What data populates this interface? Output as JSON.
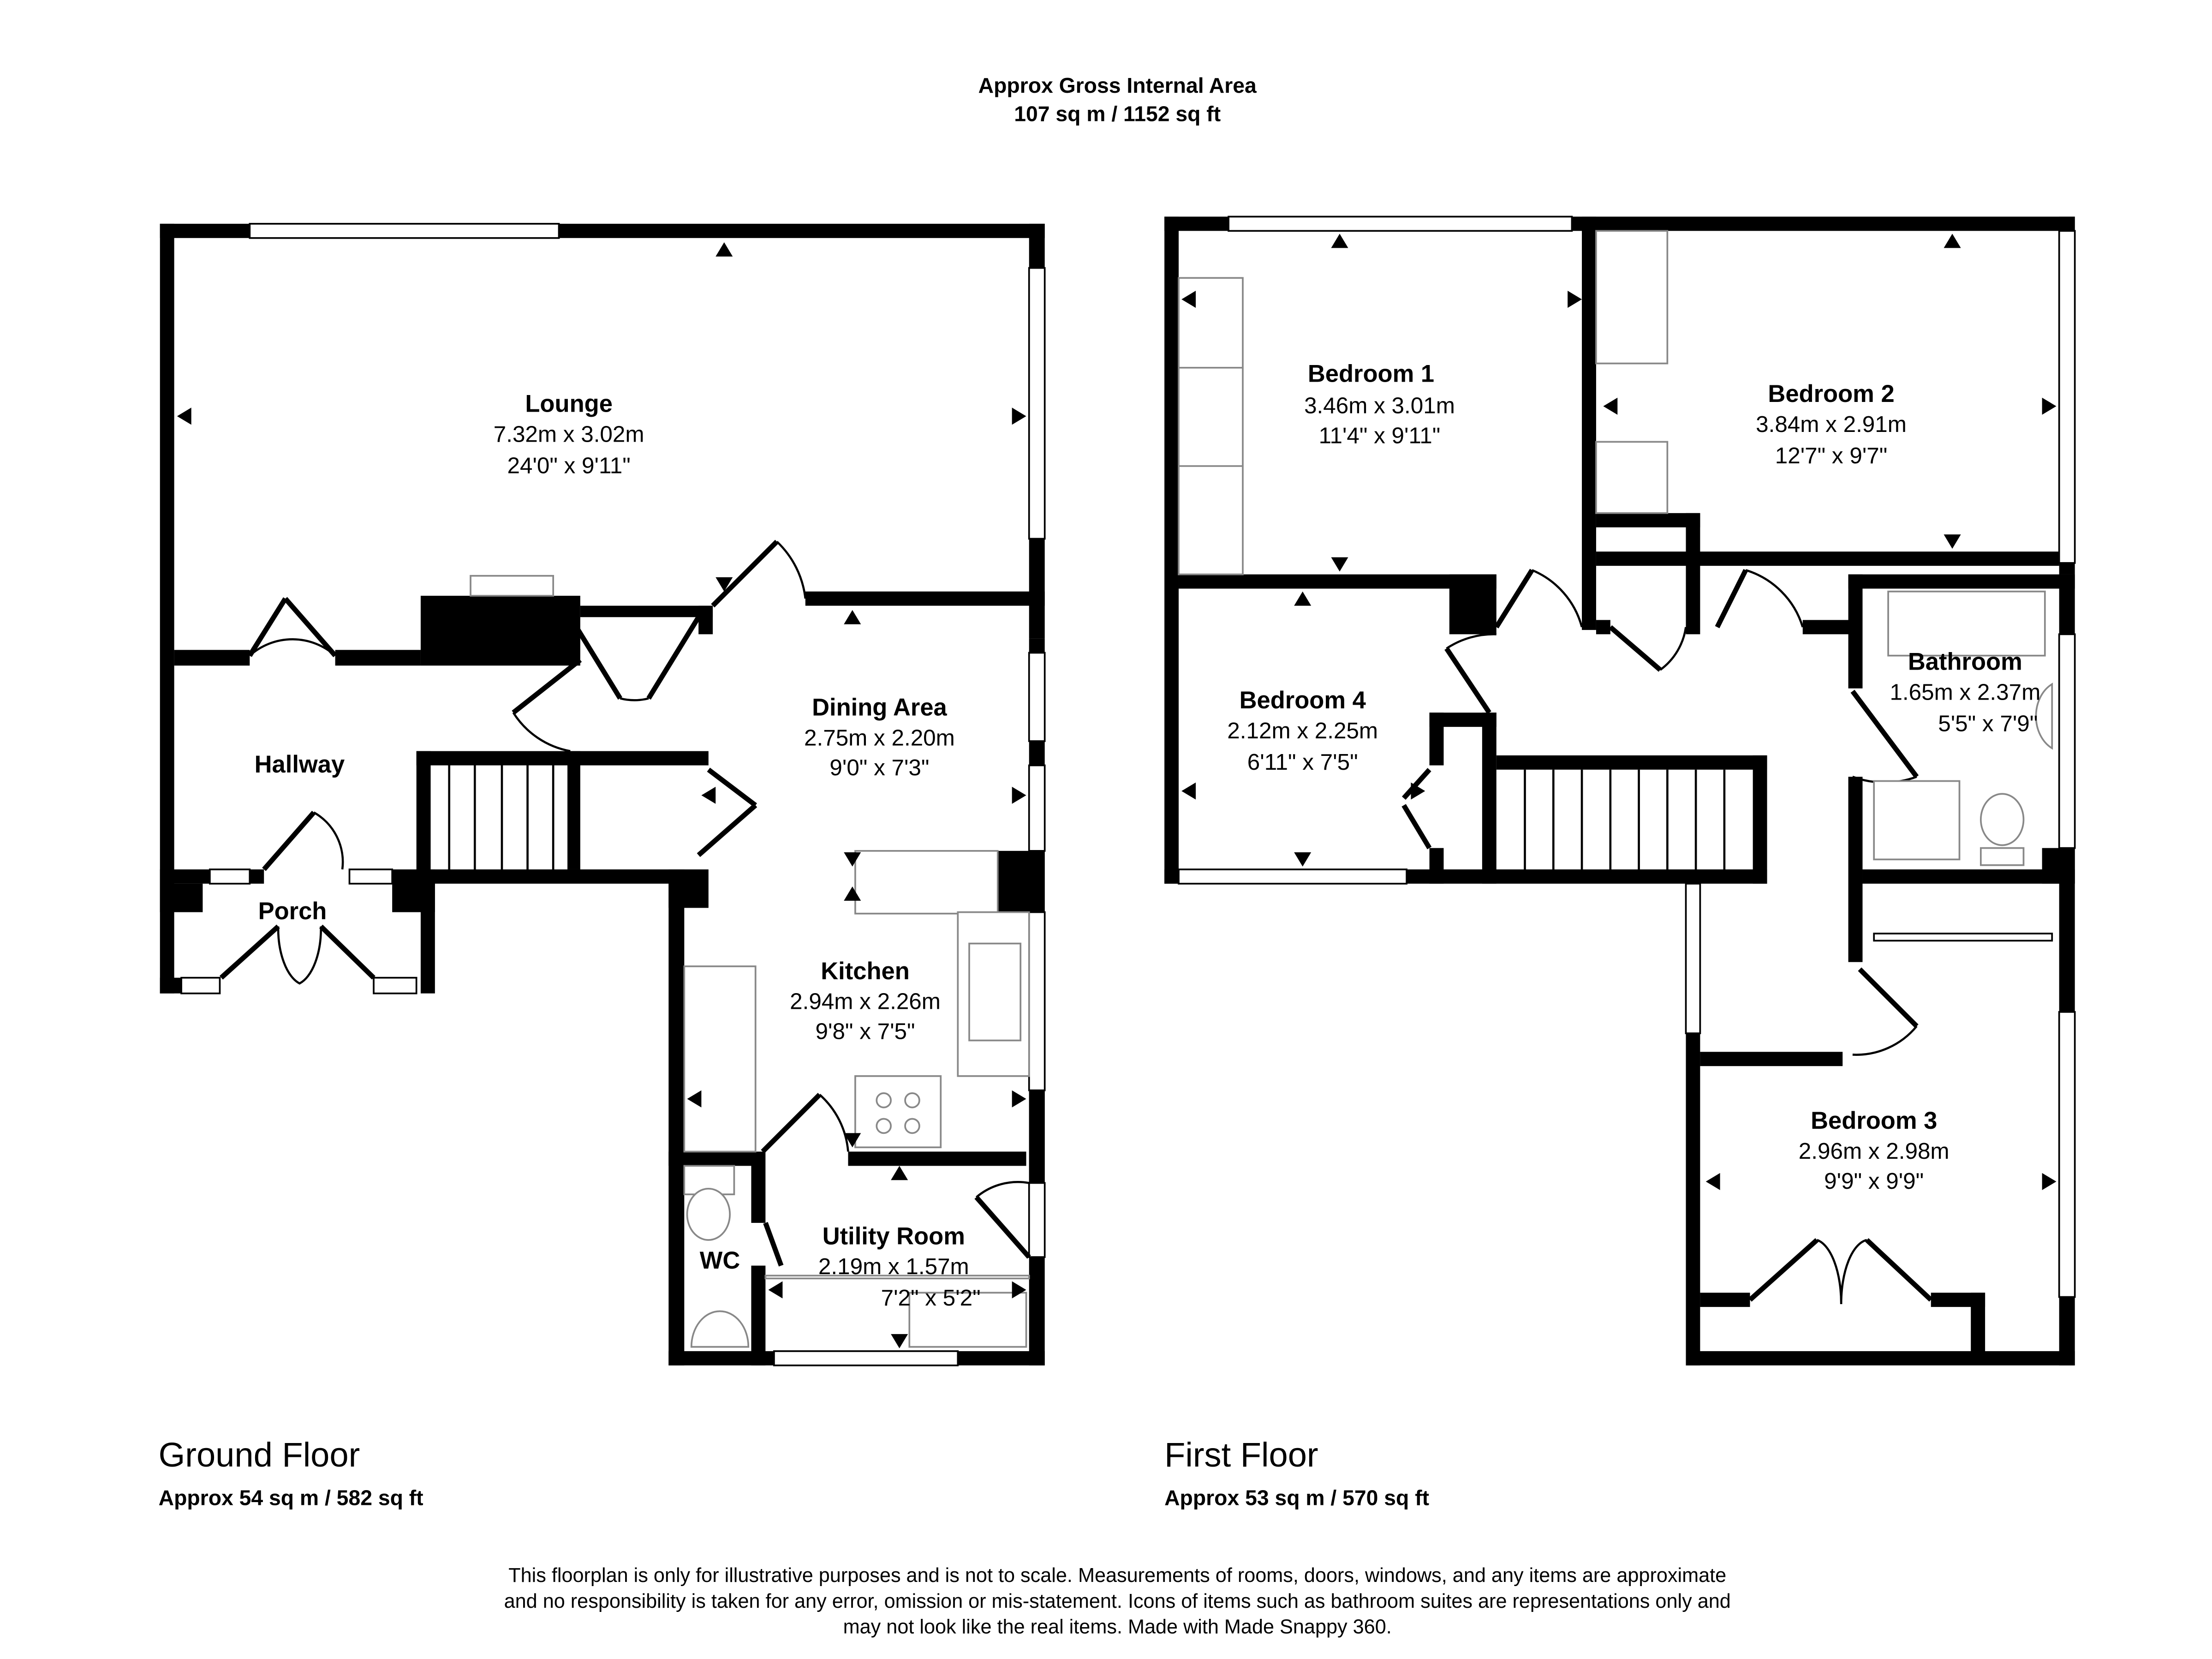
{
  "header": {
    "title": "Approx Gross Internal Area",
    "total_area": "107 sq m / 1152 sq ft"
  },
  "ground_floor": {
    "label": "Ground Floor",
    "area": "Approx 54 sq m / 582 sq ft",
    "rooms": {
      "lounge": {
        "name": "Lounge",
        "metric": "7.32m x 3.02m",
        "imperial": "24'0\" x 9'11\""
      },
      "hallway": {
        "name": "Hallway"
      },
      "porch": {
        "name": "Porch"
      },
      "dining": {
        "name": "Dining Area",
        "metric": "2.75m x 2.20m",
        "imperial": "9'0\" x 7'3\""
      },
      "kitchen": {
        "name": "Kitchen",
        "metric": "2.94m x 2.26m",
        "imperial": "9'8\" x 7'5\""
      },
      "wc": {
        "name": "WC"
      },
      "utility": {
        "name": "Utility Room",
        "metric": "2.19m x 1.57m",
        "imperial": "7'2\" x 5'2\""
      }
    }
  },
  "first_floor": {
    "label": "First Floor",
    "area": "Approx 53 sq m / 570 sq ft",
    "rooms": {
      "bedroom1": {
        "name": "Bedroom 1",
        "metric": "3.46m x 3.01m",
        "imperial": "11'4\" x 9'11\""
      },
      "bedroom2": {
        "name": "Bedroom 2",
        "metric": "3.84m x 2.91m",
        "imperial": "12'7\" x 9'7\""
      },
      "bedroom4": {
        "name": "Bedroom 4",
        "metric": "2.12m x 2.25m",
        "imperial": "6'11\" x 7'5\""
      },
      "bathroom": {
        "name": "Bathroom",
        "metric": "1.65m x 2.37m",
        "imperial": "5'5\" x 7'9\""
      },
      "bedroom3": {
        "name": "Bedroom 3",
        "metric": "2.96m x 2.98m",
        "imperial": "9'9\" x 9'9\""
      }
    }
  },
  "disclaimer": {
    "line1": "This floorplan is only for illustrative purposes and is not to scale. Measurements of rooms, doors, windows, and any items are approximate",
    "line2": "and no responsibility is taken for any error, omission or mis-statement. Icons of items such as bathroom suites are representations only and",
    "line3": "may not look like the real items. Made with Made Snappy 360."
  }
}
